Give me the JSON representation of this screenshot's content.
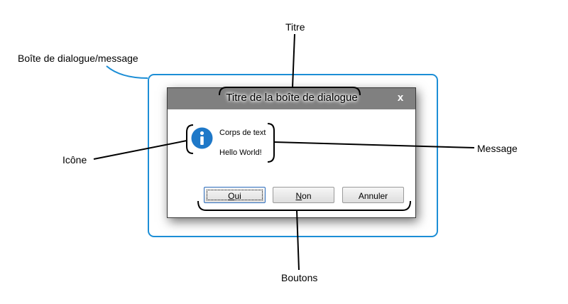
{
  "annotations": {
    "dialog_box": "Boîte de dialogue/message",
    "title": "Titre",
    "icon": "Icône",
    "message": "Message",
    "buttons": "Boutons"
  },
  "dialog": {
    "title": "Titre de la boîte de dialogue",
    "close_glyph": "x",
    "icon": "info-icon",
    "message_lines": [
      "Corps de text",
      "Hello World!"
    ],
    "buttons": [
      {
        "mnemonic": "O",
        "rest": "ui"
      },
      {
        "mnemonic": "N",
        "rest": "on"
      },
      {
        "label": "Annuler"
      }
    ]
  },
  "colors": {
    "frame": "#1c8ed6",
    "titlebar": "#808080",
    "info_icon": "#1e78c8",
    "default_button_border": "#2f6fbf"
  }
}
